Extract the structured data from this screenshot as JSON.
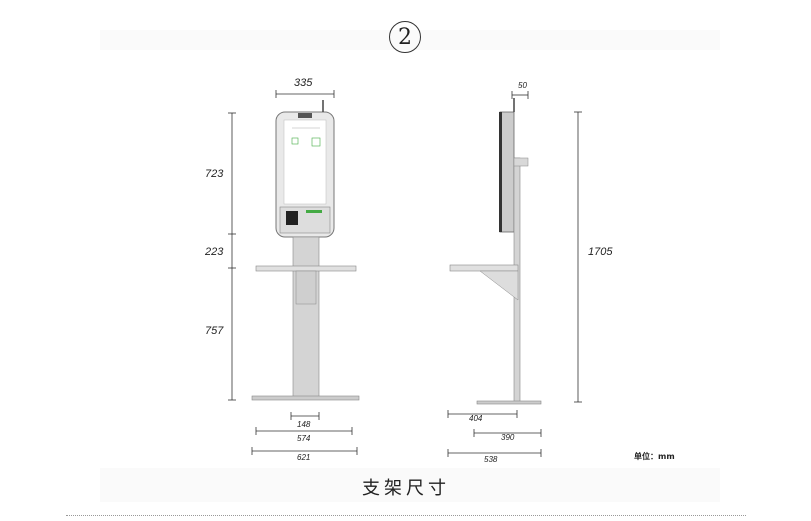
{
  "page_number": "2",
  "front_view": {
    "width_dim": "335",
    "height_top": "723",
    "height_mid": "223",
    "height_low": "757",
    "base_dims": [
      "148",
      "574",
      "621"
    ]
  },
  "side_view": {
    "top_dim": "50",
    "total_height": "1705",
    "depth_dims": [
      "404",
      "390",
      "538"
    ]
  },
  "unit_label": "单位：mm",
  "caption": "支架尺寸"
}
